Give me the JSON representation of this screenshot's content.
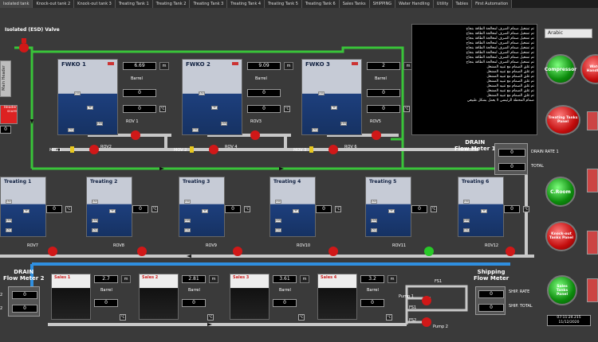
{
  "tabs": [
    "Isolated tank",
    "Knock-out tank 2",
    "Knock-out tank 3",
    "Treating Tank 1",
    "Treating Tank 2",
    "Treating Tank 3",
    "Treating Tank 4",
    "Treating Tank 5",
    "Treating Tank 6",
    "Sales Tanks",
    "SHIPPING",
    "Water Handling",
    "Utility",
    "Tables",
    "First Automation"
  ],
  "esd_label": "Isolated (ESD) Valve",
  "main_header": "Main Header",
  "header_pressure": "Header\nssure",
  "fwko": [
    {
      "name": "FWKO 1",
      "level": "6.69",
      "unit": "m",
      "barrel": "Barrel",
      "v1": "0",
      "v2": "0",
      "temp_unit": "°C",
      "rov": "ROV 1",
      "mov": "MOV1",
      "rov2": "ROV2"
    },
    {
      "name": "FWKO 2",
      "level": "9.09",
      "unit": "m",
      "barrel": "Barrel",
      "v1": "0",
      "v2": "0",
      "temp_unit": "°C",
      "rov": "ROV3",
      "mov": "MOV 2",
      "rov2": "ROV 4"
    },
    {
      "name": "FWKO 3",
      "level": "2",
      "unit": "m",
      "barrel": "Barrel",
      "v1": "0",
      "v2": "0",
      "temp_unit": "°C",
      "rov": "ROV5",
      "mov": "MOV 3",
      "rov2": "ROV 6"
    }
  ],
  "log_lines": [
    "تم تشغيل صمام الصرف لمعالجة الطاقة بنجاح",
    "تم تشغيل صمام الصرف لمعالجة الطاقة بنجاح",
    "تم تشغيل صمام الصرف لمعالجة الطاقة بنجاح",
    "تم تشغيل صمام الصرف لمعالجة الطاقة بنجاح",
    "تم تشغيل صمام الصرف لمعالجة الطاقة بنجاح",
    "تم تشغيل صمام الصرف لمعالجة الطاقة بنجاح",
    "تم تشغيل صمام الصرف لمعالجة الطاقة بنجاح",
    "تم تشغيل صمام الصرف لمعالجة الطاقة بنجاح",
    "تم غلق الصمام مع تنبيه المشغل",
    "تم غلق الصمام مع تنبيه المشغل",
    "تم غلق الصمام مع تنبيه المشغل",
    "تم غلق الصمام مع تنبيه المشغل",
    "تم غلق الصمام مع تنبيه المشغل",
    "تم غلق الصمام مع تنبيه المشغل",
    "تم غلق الصمام مع تنبيه المشغل",
    "صمام المحطة الرئيسي لا يعمل بشكل طبيعي"
  ],
  "language": "Arabic",
  "buttons": {
    "compressor": "Compressor",
    "water": "Water\nHandling",
    "treating_panel": "Treating Tanks\nPanel",
    "croom": "C.Room",
    "knockout_panel": "Knock-out\nTanks Panel",
    "sales_panel": "Sales\nTanks\nPanel"
  },
  "drain1": {
    "title": "DRAIN\nFlow Meter 1",
    "rate_label": "DRAIN RATE 1",
    "total_label": "TOTAL",
    "rate": "0",
    "total": "0"
  },
  "drain2": {
    "title": "DRAIN\nFlow Meter 2",
    "v1": "0",
    "v2": "0",
    "l1": "2",
    "l2": "2"
  },
  "treating": [
    {
      "name": "Treating 1",
      "v": "0",
      "rov": "ROV7"
    },
    {
      "name": "Treating 2",
      "v": "0",
      "rov": "ROV8"
    },
    {
      "name": "Treating 3",
      "v": "0",
      "rov": "ROV9"
    },
    {
      "name": "Treating 4",
      "v": "0",
      "rov": "ROV10"
    },
    {
      "name": "Treating 5",
      "v": "0",
      "rov": "ROV11"
    },
    {
      "name": "Treating 6",
      "v": "0",
      "rov": "ROV12"
    }
  ],
  "sales": [
    {
      "name": "Sales 1",
      "level": "2.7",
      "unit": "m",
      "barrel": "Barrel",
      "v": "0"
    },
    {
      "name": "Sales 2",
      "level": "2.81",
      "unit": "m",
      "barrel": "Barrel",
      "v": "0"
    },
    {
      "name": "Sales 3",
      "level": "3.61",
      "unit": "m",
      "barrel": "Barrel",
      "v": "0"
    },
    {
      "name": "Sales 4",
      "level": "3.2",
      "unit": "m",
      "barrel": "Barrel",
      "v": "0"
    }
  ],
  "shipping": {
    "title": "Shipping\nFlow Meter",
    "rate_label": "SHIP. RATE",
    "total_label": "SHIP. TOTAL",
    "rate": "0",
    "total": "0"
  },
  "pumps": {
    "p1": "Pump 1",
    "p2": "Pump 2",
    "fs1": "FS1",
    "fs2": "FS2",
    "fs1b": "FS1",
    "fs2b": "FS2"
  },
  "clock": "07:11:24.215\n11/12/2020",
  "colors": {
    "pipe_green": "#39c439",
    "pipe_blue": "#2f8fe0",
    "pipe_gray": "#c8c8c8",
    "valve_red": "#d01818",
    "valve_green": "#28c828"
  }
}
